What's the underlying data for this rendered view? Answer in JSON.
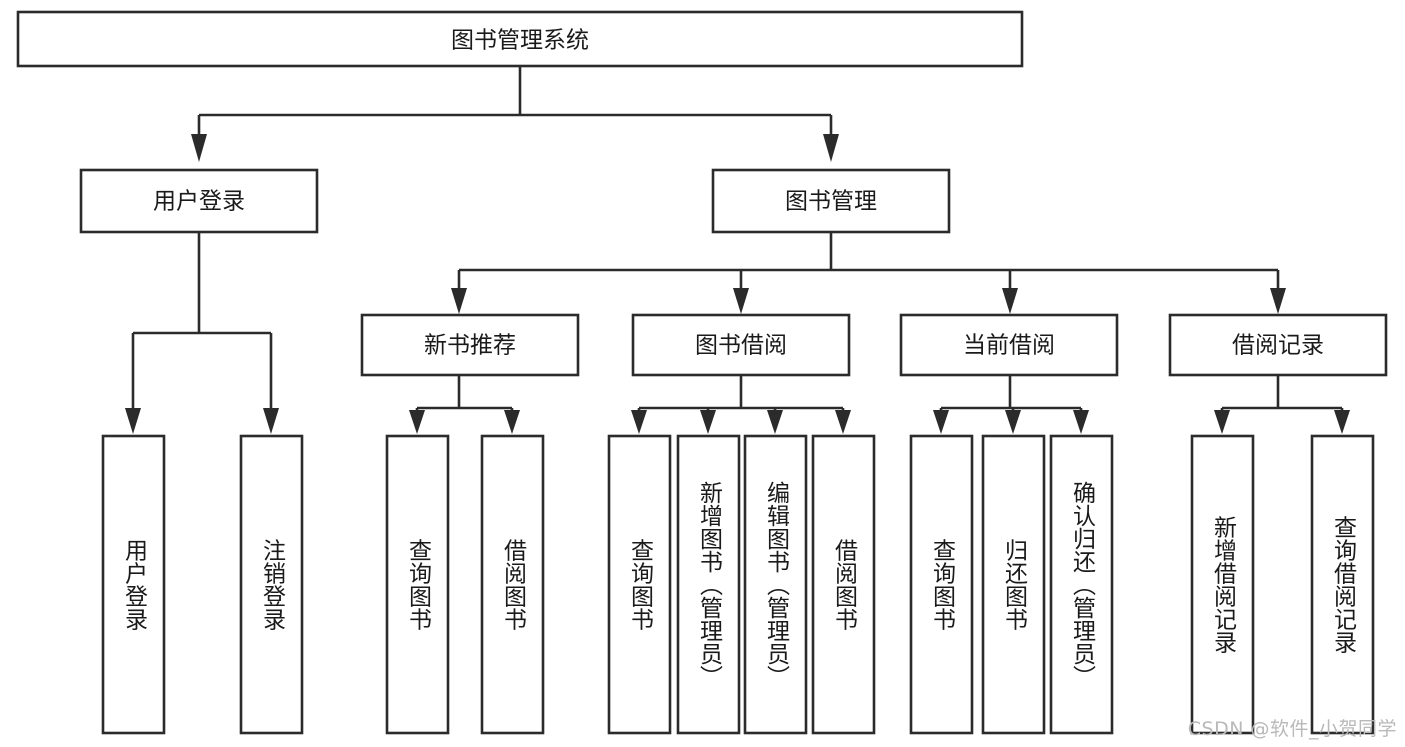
{
  "diagram": {
    "type": "tree",
    "title": "图书管理系统",
    "orientation": "top-down",
    "edge_style": "orthogonal-arrow",
    "colors": {
      "box_fill": "#ffffff",
      "box_stroke": "#2b2b2b",
      "text": "#1a1a1a",
      "watermark": "#b9b9b9"
    },
    "root": {
      "label": "图书管理系统"
    },
    "level2": [
      {
        "label": "用户登录"
      },
      {
        "label": "图书管理"
      }
    ],
    "level3": [
      {
        "label": "新书推荐"
      },
      {
        "label": "图书借阅"
      },
      {
        "label": "当前借阅"
      },
      {
        "label": "借阅记录"
      }
    ],
    "leaves": {
      "user_login": [
        {
          "label": "用户登录"
        },
        {
          "label": "注销登录"
        }
      ],
      "new_book_recommend": [
        {
          "label": "查询图书"
        },
        {
          "label": "借阅图书"
        }
      ],
      "book_borrow": [
        {
          "label": "查询图书"
        },
        {
          "label": "新增图书（管理员）"
        },
        {
          "label": "编辑图书（管理员）"
        },
        {
          "label": "借阅图书"
        }
      ],
      "current_borrow": [
        {
          "label": "查询图书"
        },
        {
          "label": "归还图书"
        },
        {
          "label": "确认归还（管理员）"
        }
      ],
      "borrow_record": [
        {
          "label": "新增借阅记录"
        },
        {
          "label": "查询借阅记录"
        }
      ]
    }
  },
  "watermark": {
    "text": "CSDN @软件_小贺同学"
  }
}
